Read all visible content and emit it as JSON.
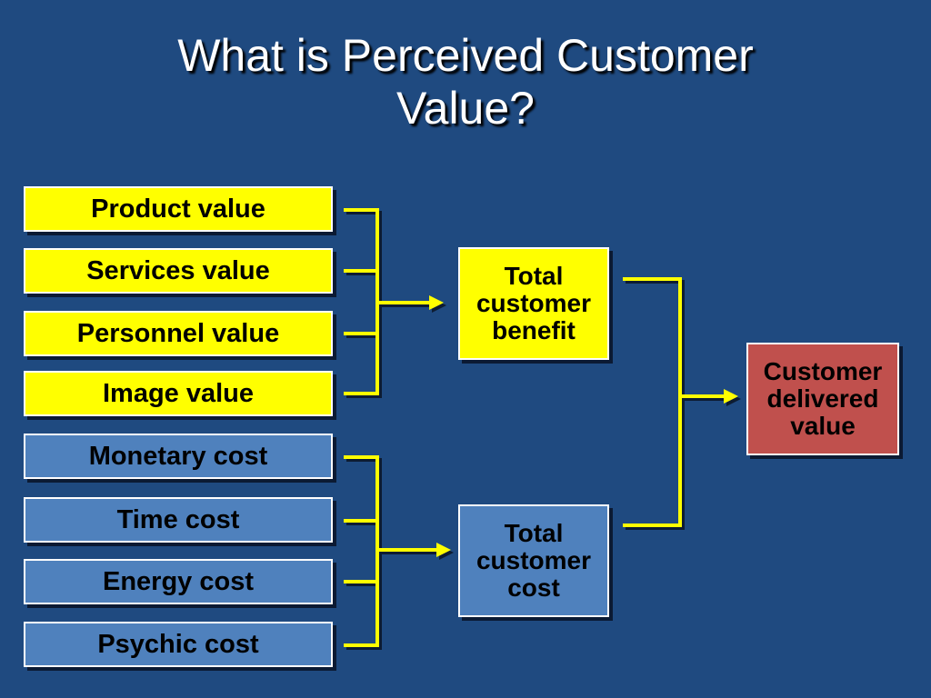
{
  "slide": {
    "title_line1": "What is Perceived Customer",
    "title_line2": "Value?"
  },
  "benefits": [
    {
      "label": "Product value"
    },
    {
      "label": "Services value"
    },
    {
      "label": "Personnel value"
    },
    {
      "label": "Image value"
    }
  ],
  "costs": [
    {
      "label": "Monetary cost"
    },
    {
      "label": "Time cost"
    },
    {
      "label": "Energy cost"
    },
    {
      "label": "Psychic cost"
    }
  ],
  "total_benefit": {
    "line1": "Total",
    "line2": "customer",
    "line3": "benefit"
  },
  "total_cost": {
    "line1": "Total",
    "line2": "customer",
    "line3": "cost"
  },
  "delivered_value": {
    "line1": "Customer",
    "line2": "delivered",
    "line3": "value"
  },
  "colors": {
    "background": "#1f4a80",
    "benefit_fill": "#ffff00",
    "cost_fill": "#4f81bd",
    "result_fill": "#c0504d",
    "connector": "#ffff00"
  }
}
